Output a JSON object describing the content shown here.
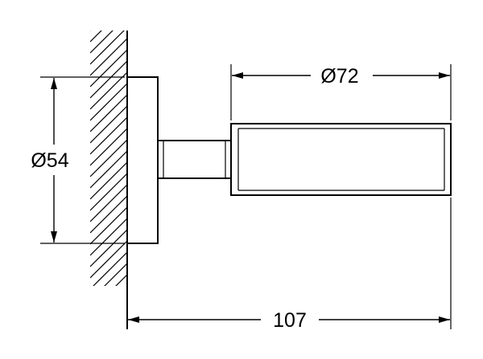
{
  "dimensions": {
    "diameter_top": "Ø72",
    "diameter_left": "Ø54",
    "length_bottom": "107"
  },
  "colors": {
    "line": "#000000",
    "background": "#ffffff"
  }
}
